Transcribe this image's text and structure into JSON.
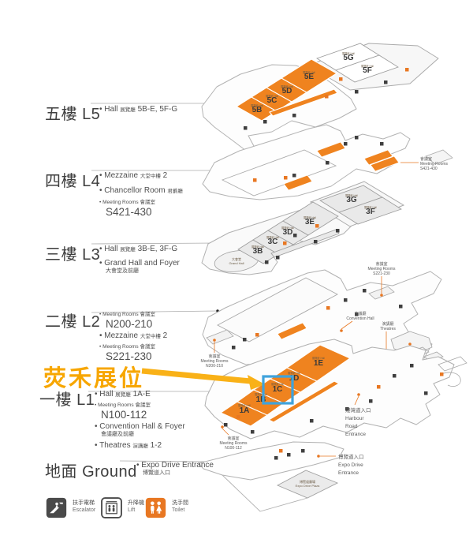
{
  "booth": {
    "label": "荧禾展位",
    "target_hall": "1C"
  },
  "colors": {
    "hall_orange": "#EF831F",
    "accent_orange": "#E87722",
    "booth_yellow": "#F7A600",
    "box_blue": "#3FA3DC",
    "text_dark": "#3E3E3E",
    "text_gray": "#4F4F4F",
    "map_line": "#B0B0B0"
  },
  "floors": [
    {
      "zh": "五樓",
      "code": "L5",
      "bullets": {
        "b1_en": "Hall",
        "b1_zh": "展覽廳",
        "b1_rest": "5B-E, 5F-G"
      }
    },
    {
      "zh": "四樓",
      "code": "L4",
      "bullets": {
        "b1_en": "Mezzaine",
        "b1_zh": "大堂中樓",
        "b1_rest": "2",
        "b2_en": "Chancellor Room",
        "b2_zh": "君爵廳",
        "b3_en": "Meeting Rooms",
        "b3_zh": "會議室",
        "b3_num": "S421-430"
      }
    },
    {
      "zh": "三樓",
      "code": "L3",
      "bullets": {
        "b1_en": "Hall",
        "b1_zh": "展覽廳",
        "b1_rest": "3B-E, 3F-G",
        "b2_en": "Grand Hall and Foyer",
        "b2_zh": "大會堂及前廳"
      }
    },
    {
      "zh": "二樓",
      "code": "L2",
      "bullets": {
        "b1_en": "Meeting Rooms",
        "b1_zh": "會議室",
        "b1_num": "N200-210",
        "b2_en": "Mezzaine",
        "b2_zh": "大堂中樓",
        "b2_rest": "2",
        "b3_en": "Meeting Rooms",
        "b3_zh": "會議室",
        "b3_num": "S221-230"
      }
    },
    {
      "zh": "一樓",
      "code": "L1",
      "bullets": {
        "b1_en": "Hall",
        "b1_zh": "展覽廳",
        "b1_rest": "1A-E",
        "b2_en": "Meeting Rooms",
        "b2_zh": "會議室",
        "b2_num": "N100-112",
        "b3_en": "Convention Hall & Foyer",
        "b3_zh": "會議廳及前廳",
        "b4_en": "Theatres",
        "b4_zh": "演講廳",
        "b4_rest": "1-2"
      }
    },
    {
      "zh": "地面",
      "code": "Ground",
      "bullets": {
        "b1_en": "Expo Drive Entrance",
        "b1_zh": "博覽道入口"
      }
    }
  ],
  "map": {
    "hall_micro": "展覽廳 Hall",
    "l5": {
      "h1": "5B",
      "h2": "5C",
      "h3": "5D",
      "h4": "5E",
      "h5": "5G",
      "h6": "5F"
    },
    "l4": {
      "meeting_zh": "會議室",
      "meeting_en": "Meeting Rooms",
      "meeting_num": "S421-430"
    },
    "l3": {
      "h1": "3B",
      "h2": "3C",
      "h3": "3D",
      "h4": "3E",
      "h5": "3G",
      "h6": "3F",
      "grand_zh": "大會堂",
      "grand_en": "Grand Hall"
    },
    "l2": {
      "conv_zh": "會議廳",
      "conv_en": "Convention Hall",
      "thea_zh": "演講廳",
      "thea_en": "Theatres",
      "meet_left_zh": "會議室",
      "meet_left_en": "Meeting Rooms",
      "meet_left_num": "N200-210",
      "meet_right_zh": "會議室",
      "meet_right_en": "Meeting Rooms",
      "meet_right_num": "S221-230"
    },
    "l1": {
      "h1": "1A",
      "h2": "1B",
      "h3": "1C",
      "h4": "1D",
      "h5": "1E",
      "meet_zh": "會議室",
      "meet_en": "Meeting Rooms",
      "meet_num": "N100-112",
      "harbour_zh": "港灣道入口",
      "harbour_en1": "Harbour",
      "harbour_en2": "Road",
      "harbour_en3": "Entrance"
    },
    "ground": {
      "expo_zh": "博覽道入口",
      "expo_en1": "Expo Drive",
      "expo_en2": "Entrance",
      "plaza_zh": "博覽道廣場",
      "plaza_en": "Expo Drive Plaza"
    }
  },
  "legend": {
    "items": [
      {
        "zh": "扶手電梯",
        "en": "Escalator"
      },
      {
        "zh": "升降機",
        "en": "Lift"
      },
      {
        "zh": "洗手間",
        "en": "Toilet"
      }
    ]
  }
}
